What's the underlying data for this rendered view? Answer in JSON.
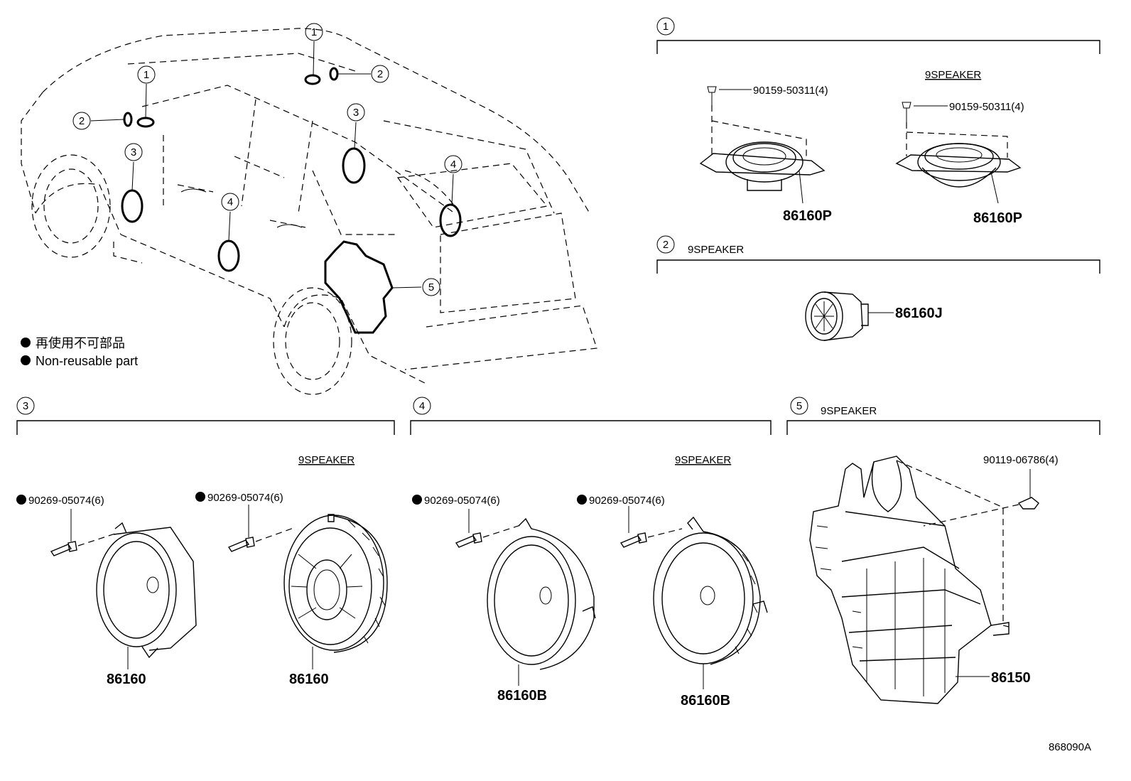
{
  "legend": {
    "line_ja": "再使用不可部品",
    "line_en": "Non-reusable part"
  },
  "diagram_code": "868090A",
  "callouts": [
    "1",
    "2",
    "3",
    "4",
    "5"
  ],
  "sections": [
    {
      "number": "1",
      "variant": "9SPEAKER",
      "parts": [
        {
          "bolt": "90159-50311(4)",
          "part_no": "86160P"
        },
        {
          "bolt": "90159-50311(4)",
          "part_no": "86160P"
        }
      ]
    },
    {
      "number": "2",
      "variant": "9SPEAKER",
      "parts": [
        {
          "part_no": "86160J"
        }
      ]
    },
    {
      "number": "3",
      "variant": "9SPEAKER",
      "parts": [
        {
          "clip": "90269-05074(6)",
          "part_no": "86160"
        },
        {
          "clip": "90269-05074(6)",
          "part_no": "86160"
        }
      ]
    },
    {
      "number": "4",
      "variant": "9SPEAKER",
      "parts": [
        {
          "clip": "90269-05074(6)",
          "part_no": "86160B"
        },
        {
          "clip": "90269-05074(6)",
          "part_no": "86160B"
        }
      ]
    },
    {
      "number": "5",
      "variant": "9SPEAKER",
      "parts": [
        {
          "bolt": "90119-06786(4)",
          "part_no": "86150"
        }
      ]
    }
  ]
}
